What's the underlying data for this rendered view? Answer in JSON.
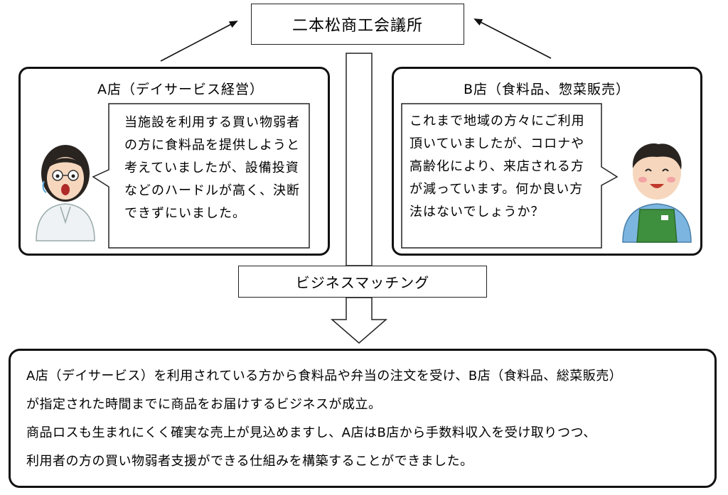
{
  "top_box": {
    "label": "二本松商工会議所"
  },
  "store_a": {
    "title": "A店（デイサービス経営）",
    "speech": [
      "当施設を利用する買い物弱者",
      "の方に食料品を提供しようと",
      "考えていましたが、設備投資",
      "などのハードルが高く、決断",
      "できずにいました。"
    ]
  },
  "store_b": {
    "title": "B店（食料品、惣菜販売）",
    "speech": [
      "これまで地域の方々にご利用",
      "頂いていましたが、コロナや",
      "高齢化により、来店される方",
      "が減っています。何か良い方",
      "法はないでしょうか？"
    ]
  },
  "matching": {
    "label": "ビジネスマッチング"
  },
  "result": {
    "lines": [
      "A店（デイサービス）を利用されている方から食料品や弁当の注文を受け、B店（食料品、総菜販売）",
      "が指定された時間までに商品をお届けするビジネスが成立。",
      "商品ロスも生まれにくく確実な売上が見込めますし、A店はB店から手数料収入を受け取りつつ、",
      "利用者の方の買い物弱者支援ができる仕組みを構築することができました。"
    ]
  }
}
